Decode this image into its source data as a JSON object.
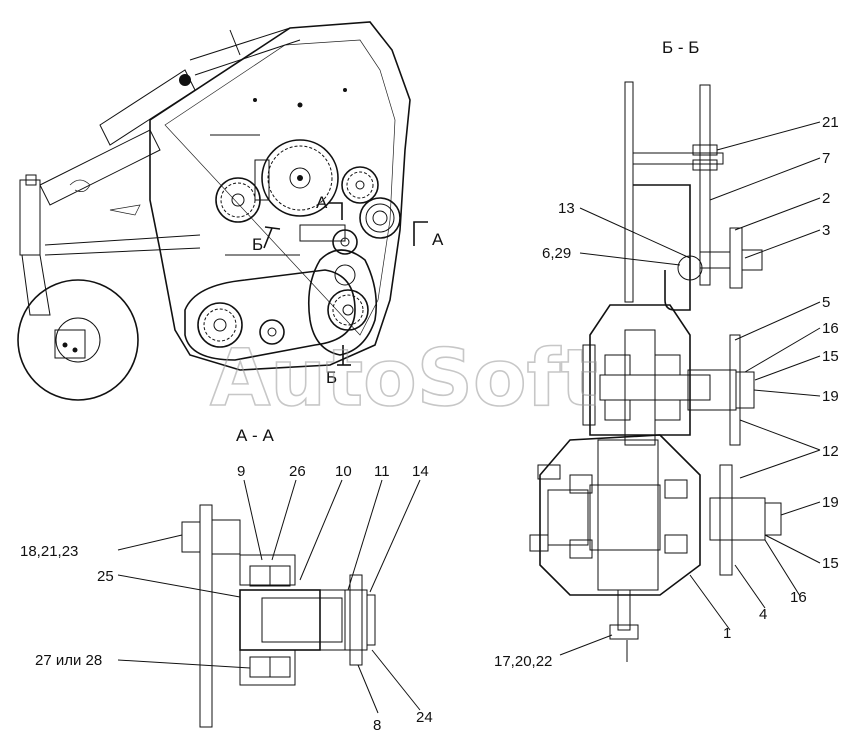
{
  "sections": {
    "aa_title": "А - А",
    "bb_title": "Б - Б"
  },
  "view_marks": {
    "a_upper": "А",
    "a_right": "А",
    "b_upper": "Б",
    "b_lower": "Б"
  },
  "watermark": "AutoSoft",
  "callouts_bb": {
    "c21": "21",
    "c7": "7",
    "c2": "2",
    "c3": "3",
    "c13": "13",
    "c629": "6,29",
    "c5": "5",
    "c16a": "16",
    "c15a": "15",
    "c19a": "19",
    "c12": "12",
    "c19b": "19",
    "c15b": "15",
    "c16b": "16",
    "c4": "4",
    "c1": "1",
    "c172022": "17,20,22"
  },
  "callouts_aa": {
    "c9": "9",
    "c26": "26",
    "c10": "10",
    "c11": "11",
    "c14": "14",
    "c182123": "18,21,23",
    "c25": "25",
    "c27": "27 или 28",
    "c8": "8",
    "c24": "24"
  }
}
